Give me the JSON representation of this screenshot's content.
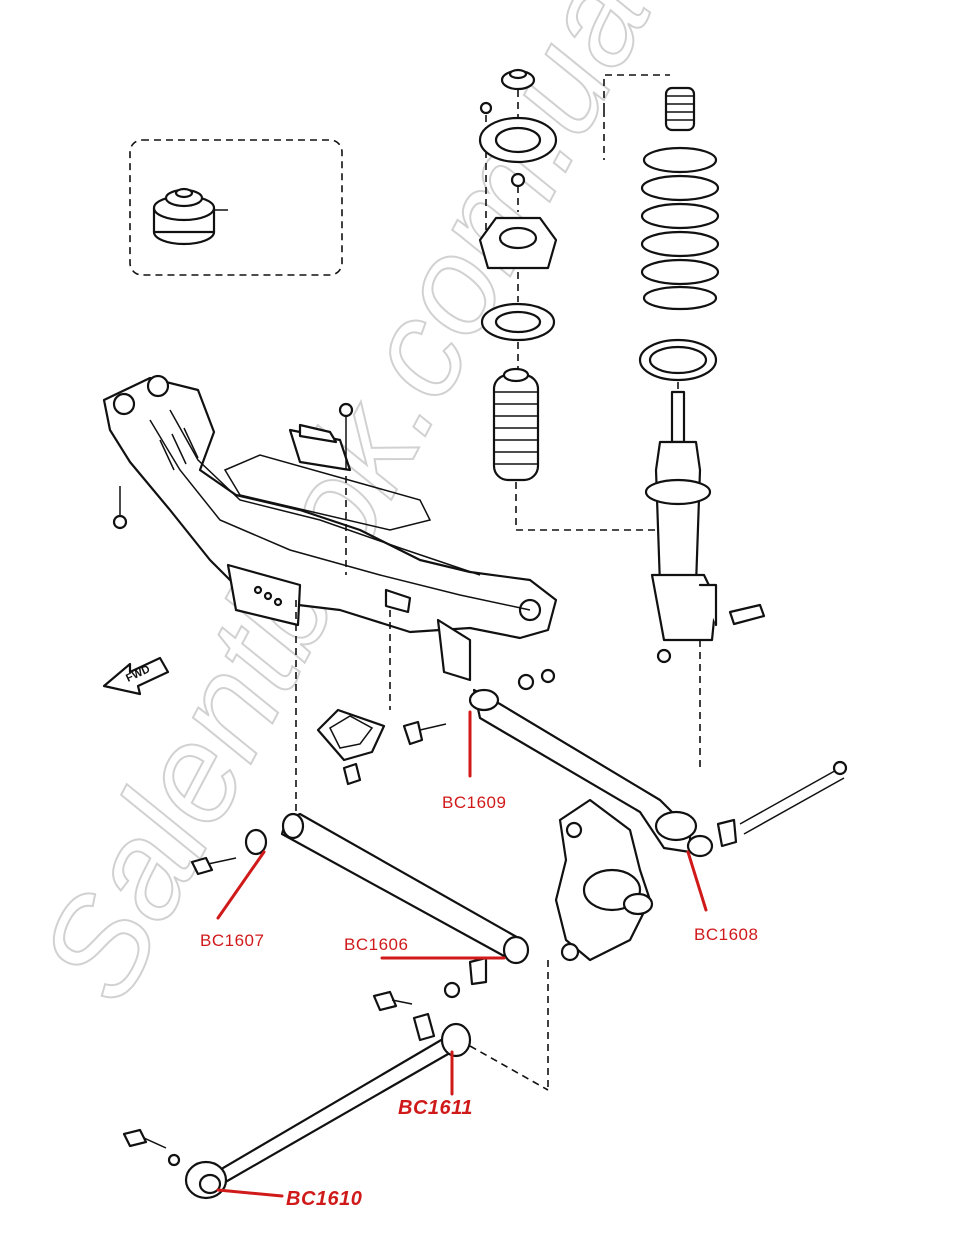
{
  "watermark": {
    "text": "Salentblok.com.ua"
  },
  "direction_marker": {
    "text": "FWD"
  },
  "callouts": {
    "bc1609": "BC1609",
    "bc1607": "BC1607",
    "bc1606": "BC1606",
    "bc1608": "BC1608",
    "bc1611": "BC1611",
    "bc1610": "BC1610"
  },
  "colors": {
    "callout": "#d01a1a",
    "line_art": "#111111",
    "watermark": "#c9c9c9"
  }
}
